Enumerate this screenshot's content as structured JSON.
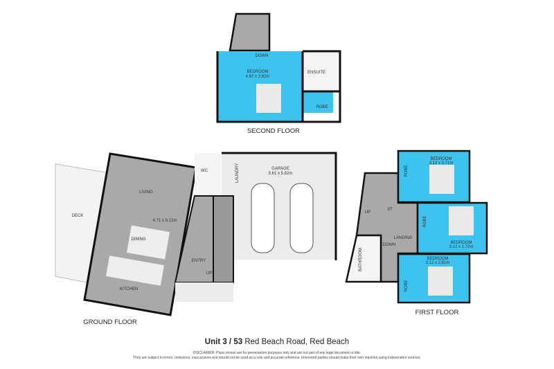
{
  "colors": {
    "room_blue": "#3ec3ef",
    "floor_grey": "#a9a9a9",
    "light_grey": "#ebebeb",
    "wall": "#111111"
  },
  "second_floor": {
    "label": "SECOND FLOOR",
    "rooms": {
      "bedroom": "BEDROOM",
      "bedroom_dims": "4.67 x 3.82m",
      "ensuite": "ENSUITE",
      "robe": "ROBE",
      "down": "DOWN"
    }
  },
  "ground_floor": {
    "label": "GROUND FLOOR",
    "rooms": {
      "deck": "DECK",
      "living": "LIVING",
      "living_dims": "4.71 x 8.12m",
      "dining": "DINING",
      "kitchen": "KITCHEN",
      "wc": "WC",
      "laundry": "LAUNDRY",
      "garage": "GARAGE",
      "garage_dims": "5.61 x 5.82m",
      "entry": "ENTRY",
      "up": "UP"
    }
  },
  "first_floor": {
    "label": "FIRST FLOOR",
    "rooms": {
      "bedroom1": "BEDROOM",
      "bedroom1_dims": "3.12 x 2.71m",
      "bedroom2": "BEDROOM",
      "bedroom2_dims": "3.12 x 2.72m",
      "bedroom3": "BEDROOM",
      "bedroom3_dims": "3.12 x 2.61m",
      "robe": "ROBE",
      "st": "ST",
      "up": "UP",
      "landing": "LANDING",
      "down": "DOWN",
      "bathroom": "BATHROOM"
    }
  },
  "footer": {
    "title_bold": "Unit 3 / 53",
    "title_rest": " Red Beach Road, Red Beach",
    "disclaimer_1": "DISCLAIMER: Plans shown are for presentation purposes only and are not part of any legal document or title.",
    "disclaimer_2": "They are subject to errors, omissions, inaccuracies and should not be used as a sole and accurate reference. Interested parties should make their own inquiries using independent sources."
  }
}
